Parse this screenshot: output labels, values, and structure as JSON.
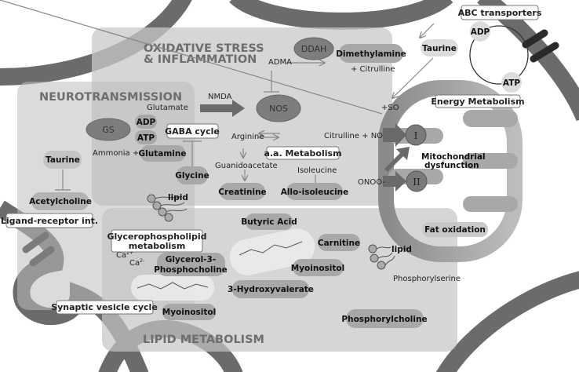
{
  "sections": {
    "oxidative_line1": "OXIDATIVE STRESS",
    "oxidative_line2": "& INFLAMMATION",
    "neurotransmission": "NEUROTRANSMISSION",
    "lipid_metabolism": "LIPID METABOLISM"
  },
  "enzymes": {
    "ddah": "DDAH",
    "nos": "NOS",
    "gs": "GS"
  },
  "labels": {
    "adma": "ADMA",
    "plus_citrulline": "+ Citrulline",
    "nmda": "NMDA",
    "glutamate": "Glutamate",
    "ammonia_plus": "Ammonia  +",
    "arginine": "Arginine",
    "guanidoacetate": "Guanidoacetate",
    "isoleucine": "Isoleucine",
    "citrulline_no": "Citrulline  + NO",
    "plus_so": "+SO",
    "onoo": "ONOO-",
    "phosphorylserine": "Phosphorylserine",
    "ca1": "Ca",
    "ca1_sup": "2+",
    "ca2": "Ca",
    "ca2_sup": "2-",
    "lipid_upper": "lipid",
    "lipid_right": "lipid",
    "mito_line1": "Mitochondrial",
    "mito_line2": "dysfunction",
    "complex_1": "I",
    "complex_2": "II"
  },
  "metabolites": {
    "dimethylamine": "Dimethylamine",
    "adp_left": "ADP",
    "atp_left": "ATP",
    "glutamine": "Glutamine",
    "glycine": "Glycine",
    "taurine_left": "Taurine",
    "acetylcholine": "Acetylcholine",
    "creatinine": "Creatinine",
    "allo_isoleucine": "Allo-isoleucine",
    "taurine_right": "Taurine",
    "adp_right": "ADP",
    "atp_right": "ATP",
    "fat_oxidation": "Fat oxidation",
    "butyric_acid": "Butyric Acid",
    "carnitine": "Carnitine",
    "myoinositol_right": "Myoinositol",
    "hydroxyvalerate": "3-Hydroxyvalerate",
    "glycerol_line1": "Glycerol-3-",
    "glycerol_line2": "Phosphocholine",
    "myoinositol_left": "Myoinositol",
    "phosphorylcholine": "Phosphorylcholine"
  },
  "pathways": {
    "gaba_cycle": "GABA cycle",
    "aa_metabolism": "a.a. Metabolism",
    "energy_metabolism": "Energy Metabolism",
    "abc_transporters": "ABC transporters",
    "ligand_receptor": "Ligand-receptor int.",
    "glycero_line1": "Glycerophospholipid",
    "glycero_line2": "metabolism",
    "synaptic_vesicle": "Synaptic vesicle cycle"
  }
}
